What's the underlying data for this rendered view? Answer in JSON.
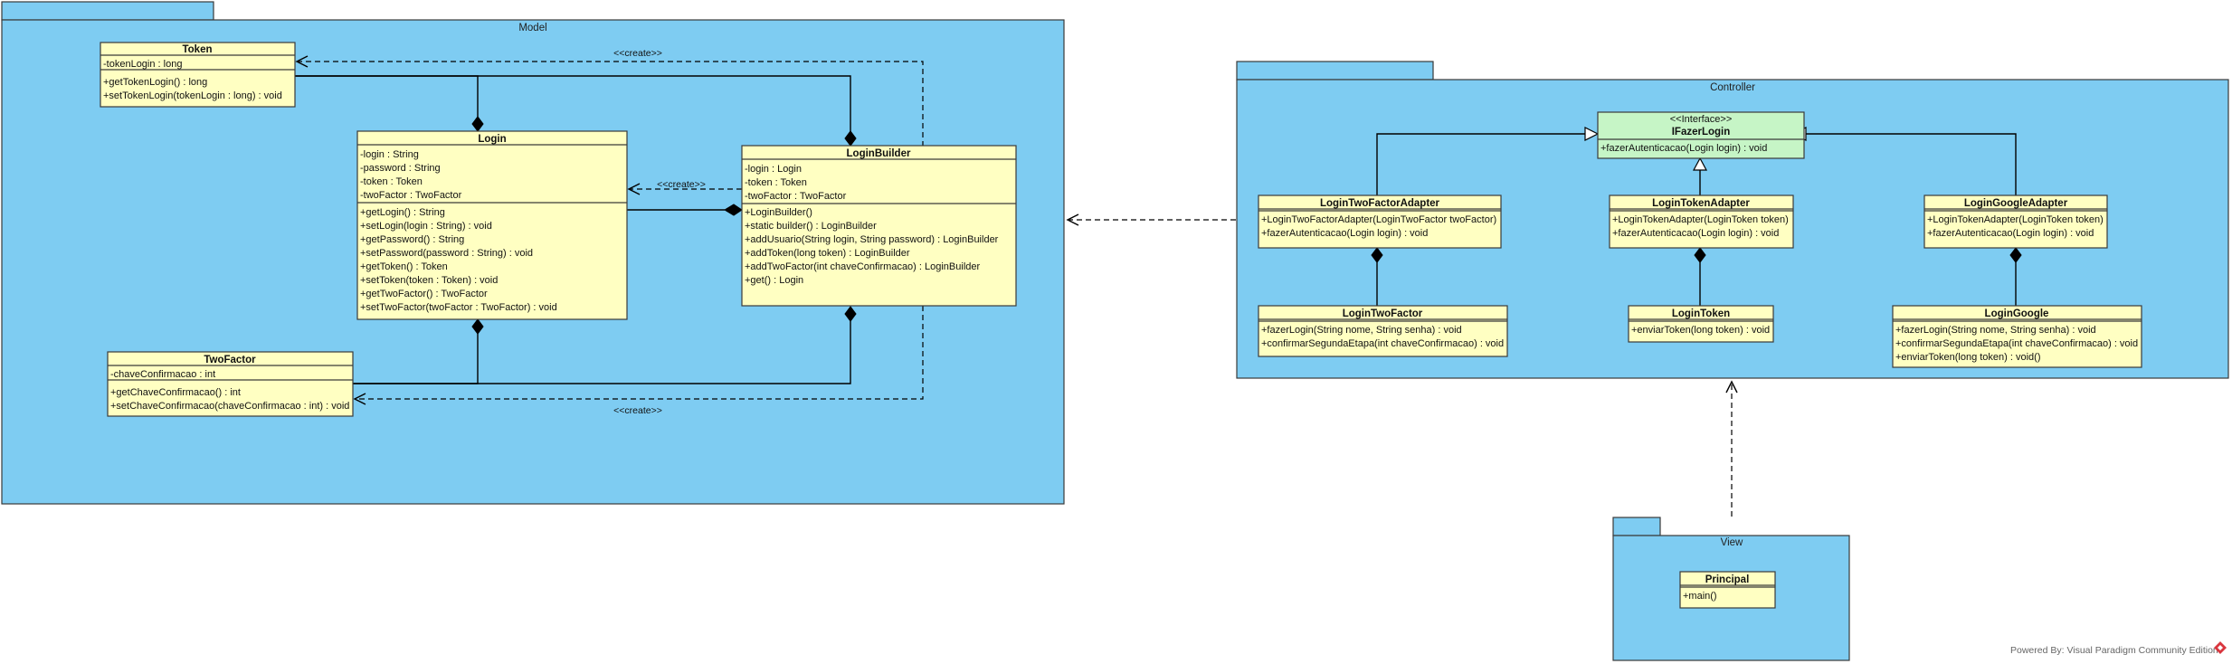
{
  "packages": {
    "model": "Model",
    "controller": "Controller",
    "view": "View"
  },
  "classes": {
    "token": {
      "name": "Token",
      "attributes": [
        "-tokenLogin : long"
      ],
      "methods": [
        "+getTokenLogin() : long",
        "+setTokenLogin(tokenLogin : long) : void"
      ]
    },
    "login": {
      "name": "Login",
      "attributes": [
        "-login : String",
        "-password : String",
        "-token : Token",
        "-twoFactor : TwoFactor"
      ],
      "methods": [
        "+getLogin() : String",
        "+setLogin(login : String) : void",
        "+getPassword() : String",
        "+setPassword(password : String) : void",
        "+getToken() : Token",
        "+setToken(token : Token) : void",
        "+getTwoFactor() : TwoFactor",
        "+setTwoFactor(twoFactor : TwoFactor) : void"
      ]
    },
    "loginBuilder": {
      "name": "LoginBuilder",
      "attributes": [
        "-login : Login",
        "-token : Token",
        "-twoFactor : TwoFactor"
      ],
      "methods": [
        "+LoginBuilder()",
        "+static builder() : LoginBuilder",
        "+addUsuario(String login, String password) : LoginBuilder",
        "+addToken(long token) : LoginBuilder",
        "+addTwoFactor(int chaveConfirmacao) : LoginBuilder",
        "+get() : Login"
      ]
    },
    "twoFactor": {
      "name": "TwoFactor",
      "attributes": [
        "-chaveConfirmacao : int"
      ],
      "methods": [
        "+getChaveConfirmacao() : int",
        "+setChaveConfirmacao(chaveConfirmacao : int) : void"
      ]
    },
    "iFazerLogin": {
      "stereotype": "<<Interface>>",
      "name": "IFazerLogin",
      "methods": [
        "+fazerAutenticacao(Login login) : void"
      ]
    },
    "loginTwoFactorAdapter": {
      "name": "LoginTwoFactorAdapter",
      "methods": [
        "+LoginTwoFactorAdapter(LoginTwoFactor twoFactor)",
        "+fazerAutenticacao(Login login) : void"
      ]
    },
    "loginTokenAdapter": {
      "name": "LoginTokenAdapter",
      "methods": [
        "+LoginTokenAdapter(LoginToken token)",
        "+fazerAutenticacao(Login login) : void"
      ]
    },
    "loginGoogleAdapter": {
      "name": "LoginGoogleAdapter",
      "methods": [
        "+LoginTokenAdapter(LoginToken token)",
        "+fazerAutenticacao(Login login) : void"
      ]
    },
    "loginTwoFactor": {
      "name": "LoginTwoFactor",
      "methods": [
        "+fazerLogin(String nome, String senha) : void",
        "+confirmarSegundaEtapa(int chaveConfirmacao) : void"
      ]
    },
    "loginToken": {
      "name": "LoginToken",
      "methods": [
        "+enviarToken(long token) : void"
      ]
    },
    "loginGoogle": {
      "name": "LoginGoogle",
      "methods": [
        "+fazerLogin(String nome, String senha) : void",
        "+confirmarSegundaEtapa(int chaveConfirmacao) : void",
        "+enviarToken(long token) : void()"
      ]
    },
    "principal": {
      "name": "Principal",
      "methods": [
        "+main()"
      ]
    }
  },
  "labels": {
    "create_top": "<<create>>",
    "create_mid": "<<create>>",
    "create_bottom": "<<create>>"
  },
  "footer": "Powered By: Visual Paradigm Community Edition",
  "colors": {
    "package": "#7ECCF2",
    "class": "#FFFFC2",
    "interface": "#C6F5C6"
  }
}
